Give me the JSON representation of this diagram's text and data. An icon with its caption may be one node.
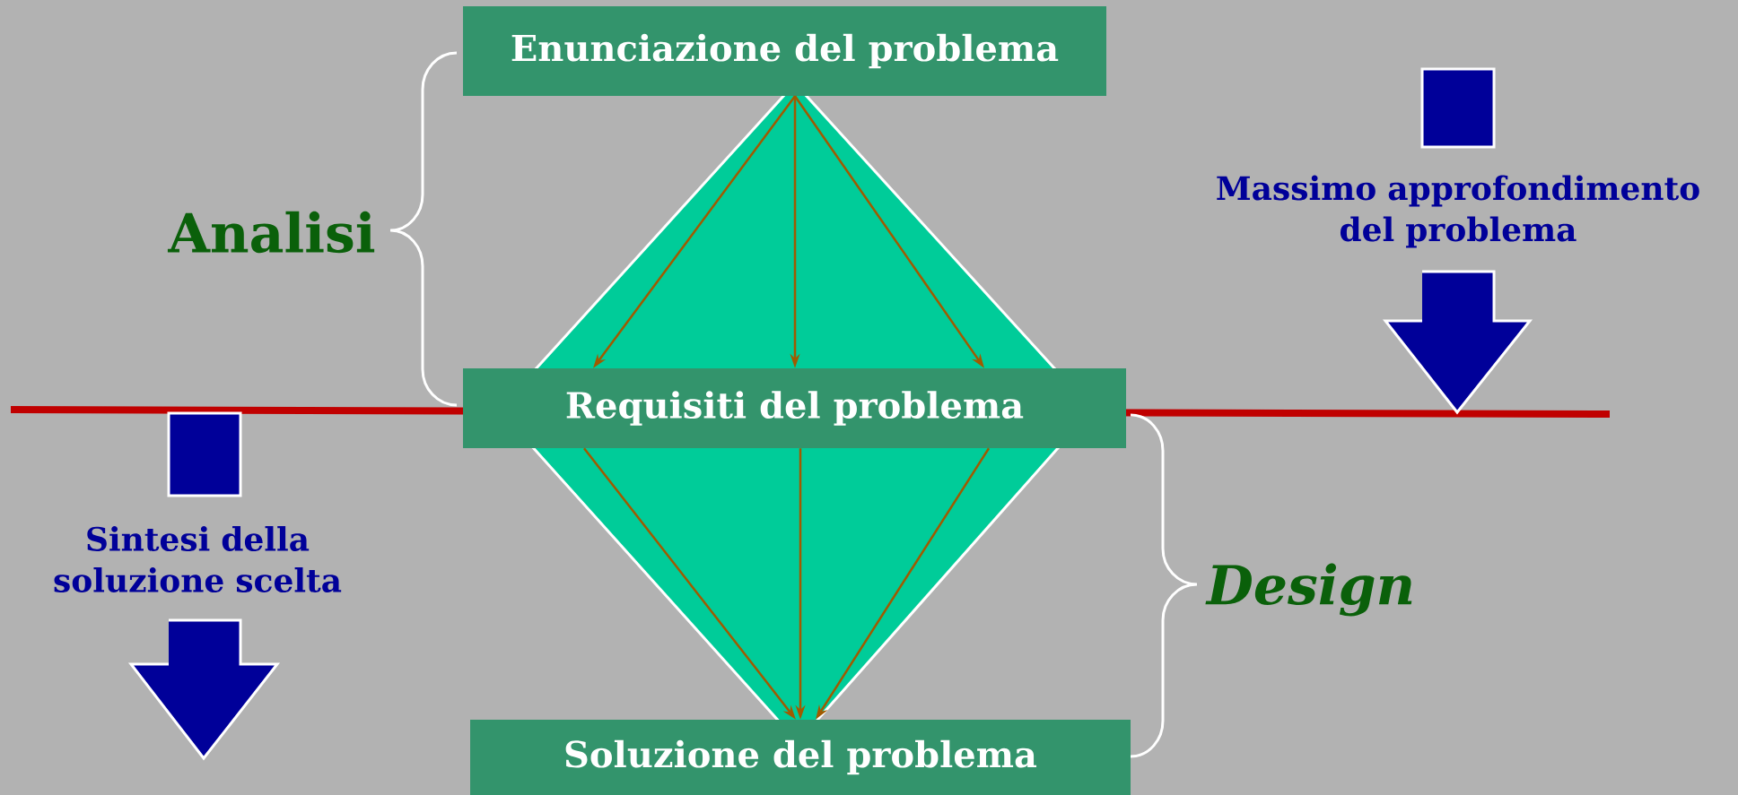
{
  "diagram": {
    "nodes": [
      {
        "text": [
          "Enunciazione del problema"
        ]
      },
      {
        "text": [
          "Requisiti del problema"
        ]
      },
      {
        "text": [
          "Soluzione del problema"
        ]
      }
    ],
    "edges": [
      {
        "from": 0,
        "to": 1,
        "arrow": "to"
      },
      {
        "from": 0,
        "to": 1,
        "arrow": "to"
      },
      {
        "from": 0,
        "to": 1,
        "arrow": "to"
      },
      {
        "from": 1,
        "to": 2,
        "arrow": "to"
      },
      {
        "from": 1,
        "to": 2,
        "arrow": "to"
      },
      {
        "from": 1,
        "to": 2,
        "arrow": "to"
      }
    ],
    "labels": [
      "Massimo approfondimento del problema",
      "Analisi",
      "Sintesi della soluzione scelta",
      "Design"
    ]
  }
}
